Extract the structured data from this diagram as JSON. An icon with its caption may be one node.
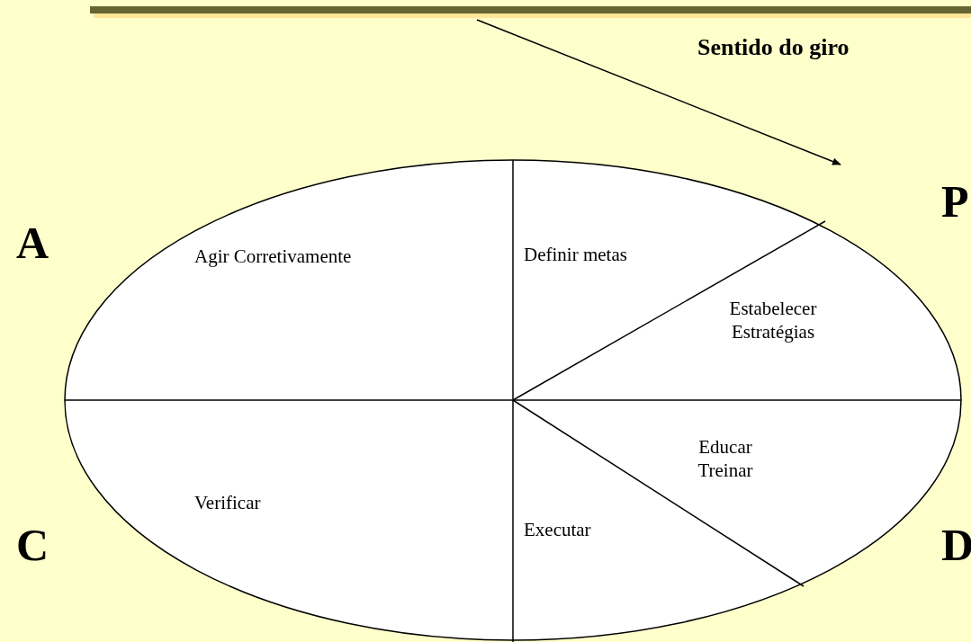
{
  "diagram": {
    "labels": [
      "Sentido do giro",
      "P",
      "A",
      "Agir Corretivamente",
      "Definir metas",
      "Estabelecer Estratégias",
      "Educar Treinar",
      "Verificar",
      "Executar",
      "C",
      "D"
    ]
  }
}
